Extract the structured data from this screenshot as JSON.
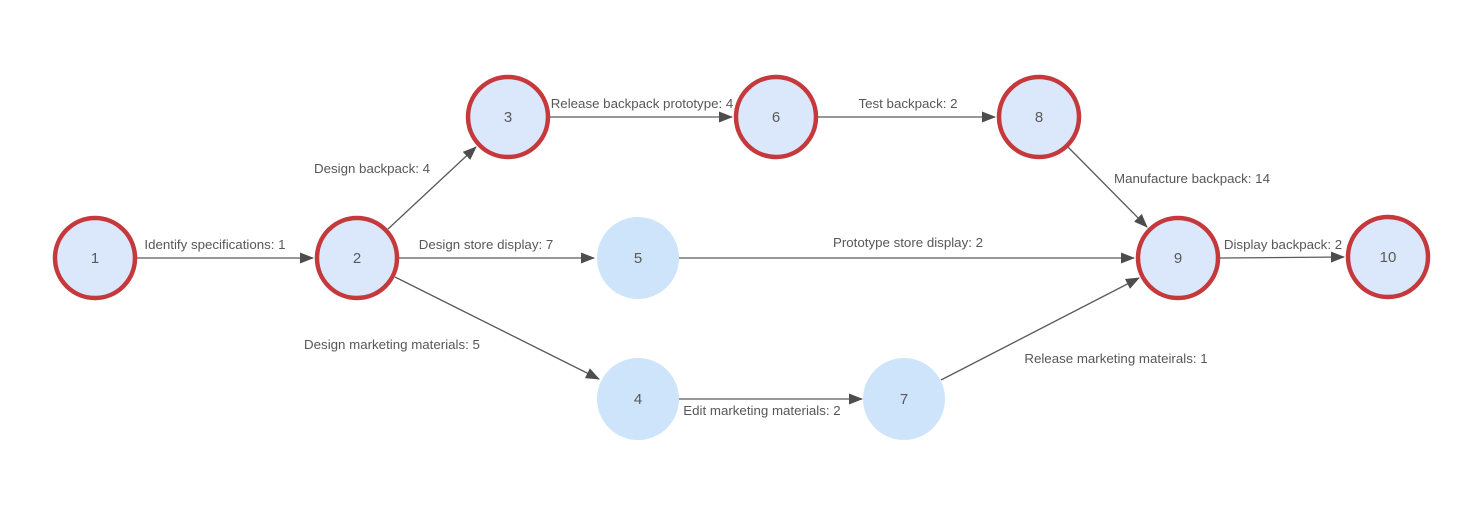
{
  "graph": {
    "type": "activity-network-diagram",
    "background": "#ffffff",
    "colors": {
      "critical_node_fill": "#dbe8fc",
      "critical_node_stroke": "#c5393c",
      "plain_node_fill": "#cde4fa",
      "edge_stroke": "#5a5a5a",
      "label_text": "#575757",
      "node_text": "#595959"
    },
    "nodes": [
      {
        "id": "1",
        "critical": true
      },
      {
        "id": "2",
        "critical": true
      },
      {
        "id": "3",
        "critical": true
      },
      {
        "id": "4",
        "critical": false
      },
      {
        "id": "5",
        "critical": false
      },
      {
        "id": "6",
        "critical": true
      },
      {
        "id": "7",
        "critical": false
      },
      {
        "id": "8",
        "critical": true
      },
      {
        "id": "9",
        "critical": true
      },
      {
        "id": "10",
        "critical": true
      }
    ],
    "edges": [
      {
        "from": "1",
        "to": "2",
        "label": "Identify specifications: 1"
      },
      {
        "from": "2",
        "to": "3",
        "label": "Design backpack: 4"
      },
      {
        "from": "3",
        "to": "6",
        "label": "Release backpack prototype: 4"
      },
      {
        "from": "6",
        "to": "8",
        "label": "Test backpack: 2"
      },
      {
        "from": "8",
        "to": "9",
        "label": "Manufacture backpack: 14"
      },
      {
        "from": "2",
        "to": "5",
        "label": "Design store display: 7"
      },
      {
        "from": "5",
        "to": "9",
        "label": "Prototype store display: 2"
      },
      {
        "from": "2",
        "to": "4",
        "label": "Design marketing materials: 5"
      },
      {
        "from": "4",
        "to": "7",
        "label": "Edit marketing materials: 2"
      },
      {
        "from": "7",
        "to": "9",
        "label": "Release marketing mateirals: 1"
      },
      {
        "from": "9",
        "to": "10",
        "label": "Display backpack: 2"
      }
    ]
  }
}
